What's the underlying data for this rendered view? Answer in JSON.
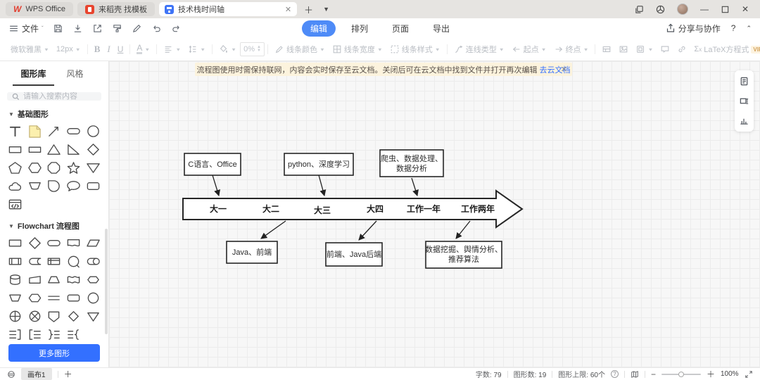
{
  "titlebar": {
    "tabs": [
      {
        "label": "WPS Office"
      },
      {
        "label": "来稻壳 找模板"
      },
      {
        "label": "技术栈时间轴"
      }
    ]
  },
  "menubar": {
    "file": "文件",
    "views": [
      "编辑",
      "排列",
      "页面",
      "导出"
    ],
    "share": "分享与协作",
    "help": "?"
  },
  "toolbar": {
    "font_family": "微软雅黑",
    "font_size": "12px",
    "bold": "B",
    "italic": "I",
    "underline": "U",
    "font_color": "A",
    "opacity": "0%",
    "line_color": "线条颜色",
    "line_width": "线条宽度",
    "line_style": "线条样式",
    "connector_type": "连线类型",
    "start_point": "起点",
    "end_point": "终点",
    "latex": "LaTeX方程式",
    "vip": "VIP"
  },
  "sidebar": {
    "tabs": [
      "图形库",
      "风格"
    ],
    "search_placeholder": "请输入搜索内容",
    "shape_groups": [
      {
        "title": "基础图形",
        "shapes": [
          "text",
          "sticky-note",
          "line",
          "pill",
          "circle",
          "rect",
          "rect-wide",
          "triangle",
          "right-triangle",
          "diamond",
          "pentagon",
          "hexagon",
          "octagon",
          "star",
          "triangle-down",
          "cloud",
          "banner",
          "teardrop",
          "speech-bubble",
          "rounded-rect",
          "code-block"
        ]
      },
      {
        "title": "Flowchart 流程图",
        "shapes": [
          "process",
          "decision",
          "terminator",
          "document",
          "parallelogram",
          "predefined-process",
          "stored-data",
          "internal-storage",
          "display-circle",
          "drum",
          "database",
          "card",
          "manual-input",
          "paper-tape",
          "preparation",
          "manual-operation",
          "hexagon-alt",
          "double-line",
          "alt-process",
          "connector-circle",
          "summing-junction",
          "or-junction",
          "off-page",
          "small-diamond",
          "extract",
          "annotation-right",
          "annotation-left",
          "brace-right",
          "brace-left"
        ]
      }
    ],
    "more_button": "更多图形"
  },
  "banner": {
    "text": "流程图使用时需保持联网，内容会实时保存至云文档。关闭后可在云文档中找到文件并打开再次编辑",
    "link": "去云文档"
  },
  "diagram": {
    "timeline": [
      "大一",
      "大二",
      "大三",
      "大四",
      "工作一年",
      "工作两年"
    ],
    "top_boxes": [
      [
        "C语言、Office"
      ],
      [
        "python、深度学习"
      ],
      [
        "爬虫、数据处理、",
        "数据分析"
      ]
    ],
    "bottom_boxes": [
      [
        "Java、前端"
      ],
      [
        "前端、Java后端"
      ],
      [
        "数据挖掘、舆情分析、",
        "推荐算法"
      ]
    ]
  },
  "statusbar": {
    "canvas_tab": "画布1",
    "stats": [
      {
        "label": "字数:",
        "value": "79"
      },
      {
        "label": "图形数:",
        "value": "19"
      },
      {
        "label": "图形上限:",
        "value": "60个"
      }
    ],
    "zoom": "100%"
  },
  "colors": {
    "accent": "#4e8bf7",
    "link": "#3370ff",
    "banner_bg": "#fcf3dd",
    "more_button": "#3370ff"
  }
}
